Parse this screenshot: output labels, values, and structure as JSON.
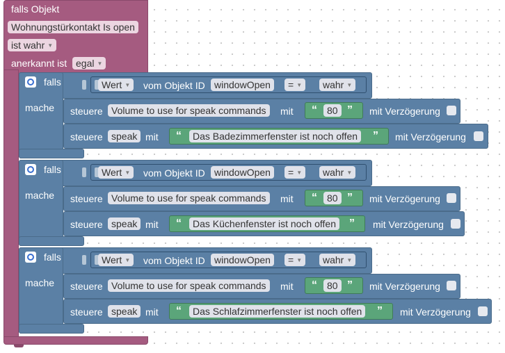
{
  "trigger": {
    "title": "falls Objekt",
    "object": "Wohnungstürkontakt Is open",
    "condition": "ist wahr",
    "ack_label": "anerkannt ist",
    "ack_value": "egal"
  },
  "blocks": [
    {
      "falls": "falls",
      "wert": "Wert",
      "vom": "vom Objekt ID",
      "oid": "windowOpen",
      "op": "=",
      "val": "wahr",
      "mache": "mache",
      "s1": {
        "steuere": "steuere",
        "target": "Volume to use for speak commands",
        "mit": "mit",
        "text": "80",
        "delay": "mit Verzögerung"
      },
      "s2": {
        "steuere": "steuere",
        "target": "speak",
        "mit": "mit",
        "text": "Das Badezimmerfenster ist noch offen",
        "delay": "mit Verzögerung"
      }
    },
    {
      "falls": "falls",
      "wert": "Wert",
      "vom": "vom Objekt ID",
      "oid": "windowOpen",
      "op": "=",
      "val": "wahr",
      "mache": "mache",
      "s1": {
        "steuere": "steuere",
        "target": "Volume to use for speak commands",
        "mit": "mit",
        "text": "80",
        "delay": "mit Verzögerung"
      },
      "s2": {
        "steuere": "steuere",
        "target": "speak",
        "mit": "mit",
        "text": "Das Küchenfenster ist noch offen",
        "delay": "mit Verzögerung"
      }
    },
    {
      "falls": "falls",
      "wert": "Wert",
      "vom": "vom Objekt ID",
      "oid": "windowOpen",
      "op": "=",
      "val": "wahr",
      "mache": "mache",
      "s1": {
        "steuere": "steuere",
        "target": "Volume to use for speak commands",
        "mit": "mit",
        "text": "80",
        "delay": "mit Verzögerung"
      },
      "s2": {
        "steuere": "steuere",
        "target": "speak",
        "mit": "mit",
        "text": "Das Schlafzimmerfenster ist noch offen",
        "delay": "mit Verzögerung"
      }
    }
  ],
  "icons": {
    "gear": "gear-icon",
    "dropdown": "dropdown-arrow-icon",
    "checkbox": "checkbox-icon",
    "quote": "quote-icon"
  },
  "colors": {
    "trigger": "#a55b80",
    "logic": "#5b80a5",
    "text": "#5ba57a",
    "workspace": "#ffffff"
  }
}
